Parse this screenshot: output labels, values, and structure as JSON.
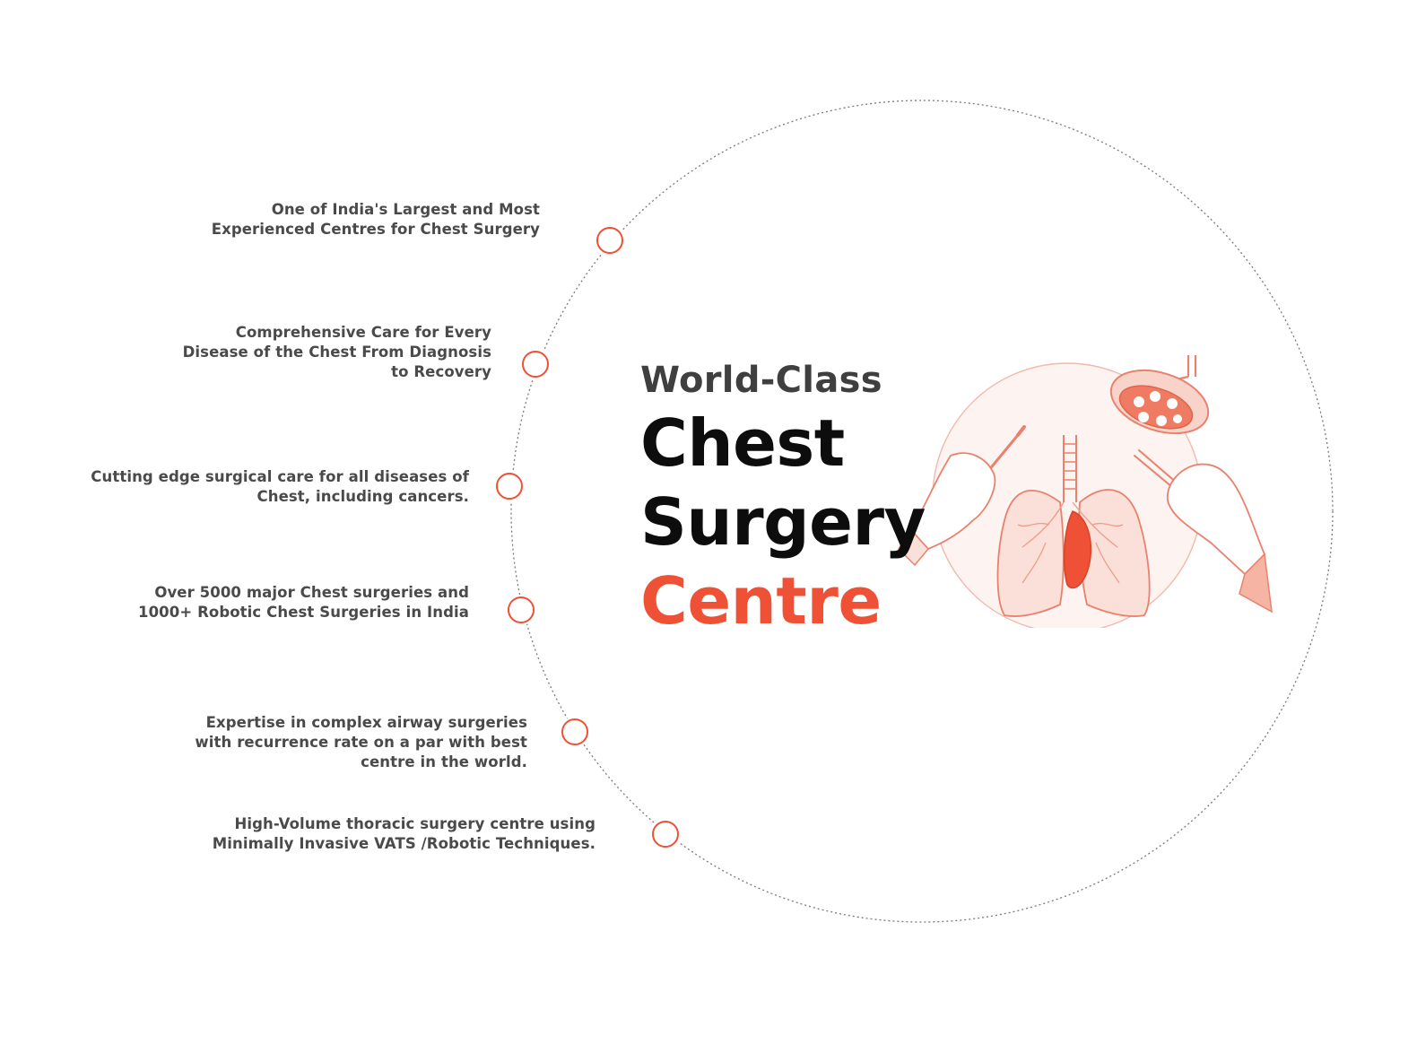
{
  "colors": {
    "accent": "#ee5135",
    "heading_dark": "#0d0d0d",
    "heading_grey": "#3f3f3f",
    "body_text": "#4a4a4a",
    "orbit_line": "#7a7a7a"
  },
  "heading": {
    "line1": "World-Class",
    "line2": "Chest",
    "line3": "Surgery",
    "line4": "Centre"
  },
  "features": [
    {
      "lines": [
        "One of India's Largest and Most",
        "Experienced Centres for Chest Surgery"
      ]
    },
    {
      "lines": [
        "Comprehensive Care for Every",
        "Disease of the Chest From Diagnosis",
        "to Recovery"
      ]
    },
    {
      "lines": [
        "Cutting edge surgical care for all diseases of",
        "Chest, including cancers."
      ]
    },
    {
      "lines": [
        "Over 5000 major Chest surgeries and",
        "1000+ Robotic Chest Surgeries in India"
      ]
    },
    {
      "lines": [
        "Expertise in complex airway surgeries",
        "with recurrence rate on a par with best",
        "centre in the world."
      ]
    },
    {
      "lines": [
        "High-Volume thoracic surgery centre using",
        "Minimally Invasive VATS /Robotic Techniques."
      ]
    }
  ],
  "illustration": {
    "icons": [
      "surgical-lamp-icon",
      "lungs-icon",
      "left-hand-scalpel-icon",
      "right-hand-forceps-icon"
    ]
  }
}
